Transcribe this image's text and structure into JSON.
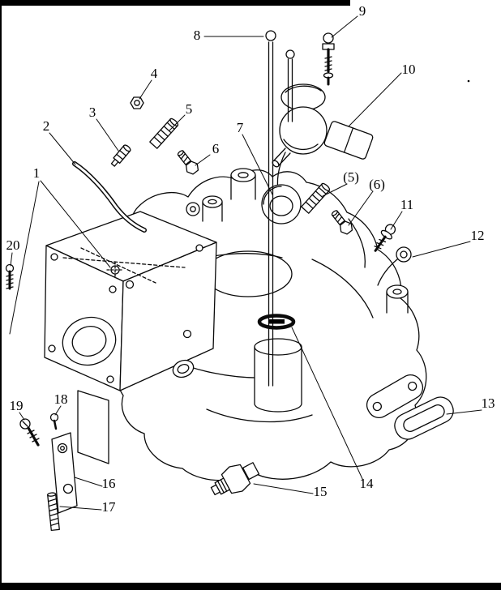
{
  "page": {
    "paper_color": "#ffffff",
    "ink_color": "#000000"
  },
  "figure": {
    "type": "exploded-parts-line-diagram",
    "callouts": {
      "c1": "1",
      "c2": "2",
      "c3": "3",
      "c4": "4",
      "c5": "5",
      "c6": "6",
      "c7": "7",
      "c8": "8",
      "c9": "9",
      "c10": "10",
      "c5p": "(5)",
      "c6p": "(6)",
      "c11": "11",
      "c12": "12",
      "c13": "13",
      "c14": "14",
      "c15": "15",
      "c16": "16",
      "c17": "17",
      "c18": "18",
      "c19": "19",
      "c20": "20"
    }
  }
}
